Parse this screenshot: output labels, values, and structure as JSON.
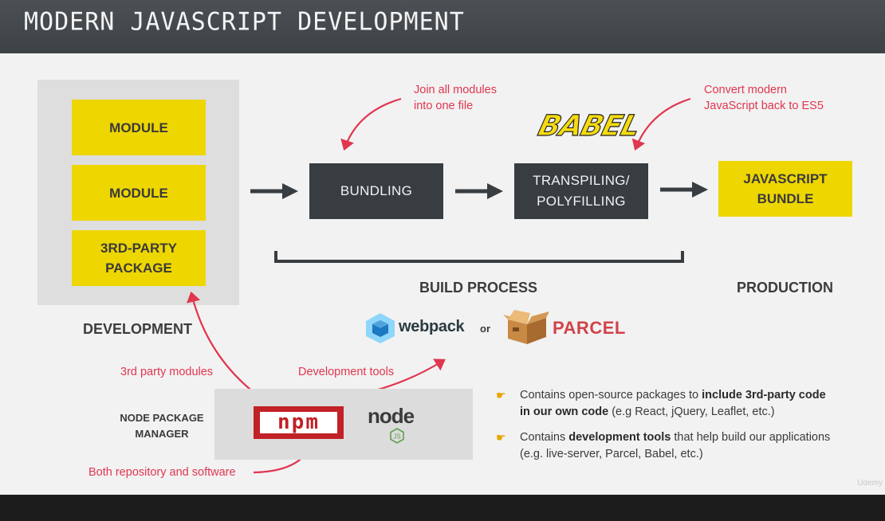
{
  "header": {
    "title": "Modern JavaScript Development"
  },
  "development": {
    "modules": [
      "MODULE",
      "MODULE"
    ],
    "package_line1": "3RD-PARTY",
    "package_line2": "PACKAGE",
    "label": "DEVELOPMENT"
  },
  "build": {
    "bundling": "BUNDLING",
    "transpiling_line1": "TRANSPILING/",
    "transpiling_line2": "POLYFILLING",
    "label": "BUILD PROCESS",
    "bundling_note_line1": "Join all modules",
    "bundling_note_line2": "into one file",
    "transpiling_note_line1": "Convert modern",
    "transpiling_note_line2": "JavaScript back to ES5",
    "babel_logo": "BABEL"
  },
  "production": {
    "bundle_line1": "JAVASCRIPT",
    "bundle_line2": "BUNDLE",
    "label": "PRODUCTION"
  },
  "tools": {
    "webpack": "webpack",
    "or": "or",
    "parcel": "PARCEL"
  },
  "npm": {
    "label_line1": "NODE PACKAGE",
    "label_line2": "MANAGER",
    "npm_logo": "npm",
    "node_logo": "node",
    "note_modules": "3rd party modules",
    "note_tools": "Development tools",
    "note_both": "Both repository and software"
  },
  "bullets": [
    {
      "pre": "Contains open-source packages to ",
      "bold": "include 3rd-party code in our own code",
      "post": " (e.g React, jQuery, Leaflet, etc.)"
    },
    {
      "pre": "Contains ",
      "bold": "development tools",
      "post": " that help build our applications (e.g. live-server, Parcel, Babel, etc.)"
    }
  ],
  "watermark": "Udemy",
  "colors": {
    "accent_yellow": "#eed600",
    "box_dark": "#383d41",
    "annotation_red": "#e0364f",
    "header_bg": "#43484b"
  }
}
